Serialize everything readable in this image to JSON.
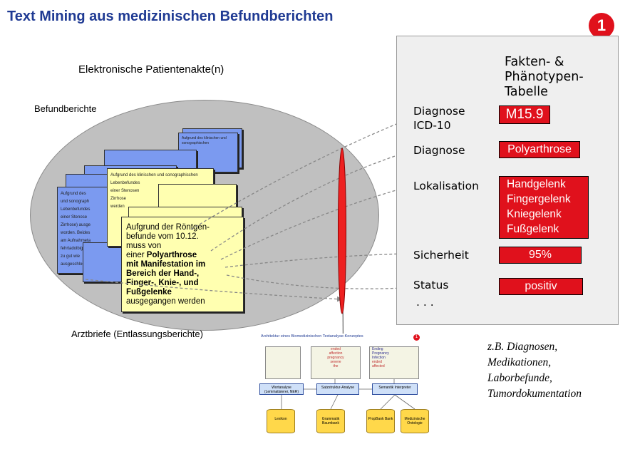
{
  "title": "Text Mining aus medizinischen Befundberichten",
  "badge": "1",
  "ehr_label": "Elektronische Patientenakte(n)",
  "befund_label": "Befundberichte",
  "arzt_label": "Arztbriefe (Entlassungsberichte)",
  "main_doc": {
    "line1": "Aufgrund der Röntgen-",
    "line2": "befunde vom 10.12.",
    "line3": "muss von",
    "line4a": "einer ",
    "line4b": "Polyarthrose",
    "line5": "mit Manifestation im",
    "line6": "Bereich der Hand-,",
    "line7": "Finger-, Knie-, und",
    "line8": "Fußgelenke",
    "line9": "ausgegangen werden"
  },
  "small_doc_text": {
    "a": "Aufgrund des klinischen und sonographischen",
    "b": "Lebenbefundes",
    "c": "einer Stenosen",
    "d": "Zirrhose",
    "e": "werden",
    "f": "Aufgrund des",
    "g": "und sonograph",
    "h": "Lebenbefundes",
    "i": "einer Stenose",
    "j": "Zirrhose) ausge",
    "k": "worden. Beides",
    "l": "am Aufnahmeta",
    "m": "fehrtadolbig",
    "n": "zu gut wie",
    "o": "ausgeschlossen"
  },
  "table": {
    "header": [
      "Fakten- &",
      "Phänotypen-",
      "Tabelle"
    ],
    "rows": [
      {
        "label": [
          "Diagnose",
          "ICD-10"
        ],
        "value": [
          "M15.9"
        ]
      },
      {
        "label": [
          "Diagnose"
        ],
        "value": [
          "Polyarthrose"
        ]
      },
      {
        "label": [
          "Lokalisation"
        ],
        "value": [
          "Handgelenk",
          "Fingergelenk",
          "Kniegelenk",
          "Fußgelenk"
        ]
      },
      {
        "label": [
          "Sicherheit"
        ],
        "value": [
          "95%"
        ]
      },
      {
        "label": [
          "Status"
        ],
        "value": [
          "positiv"
        ]
      }
    ],
    "ellipsis": ". . ."
  },
  "note": [
    "z.B. Diagnosen,",
    "Medikationen,",
    "Laborbefunde,",
    "Tumordokumentation"
  ],
  "thumbnail": {
    "title": "Architektur eines Biomedizinischen Textanalyse-Konzeptes",
    "badge": "1",
    "boxes": [
      "Wortanalyse (Lemmatisierer, NER)",
      "Satzstruktur-Analyse",
      "Semantik Interpreter"
    ],
    "top_labels": [
      "Ending",
      "Pregnancy",
      "Infection",
      "ended",
      "affection",
      "pregnancy",
      "severe",
      "the",
      "ended",
      "affected"
    ],
    "cylinders": [
      "Lexikon",
      "Grammatik Baumbank",
      "PropBank Bank",
      "Medizinische Ontologie"
    ]
  },
  "colors": {
    "title": "#1f3a93",
    "accent_red": "#e0111c",
    "doc_blue": "#7b9af0",
    "doc_yellow": "#ffffb0",
    "ellipse_gray": "#c0c0c0"
  }
}
